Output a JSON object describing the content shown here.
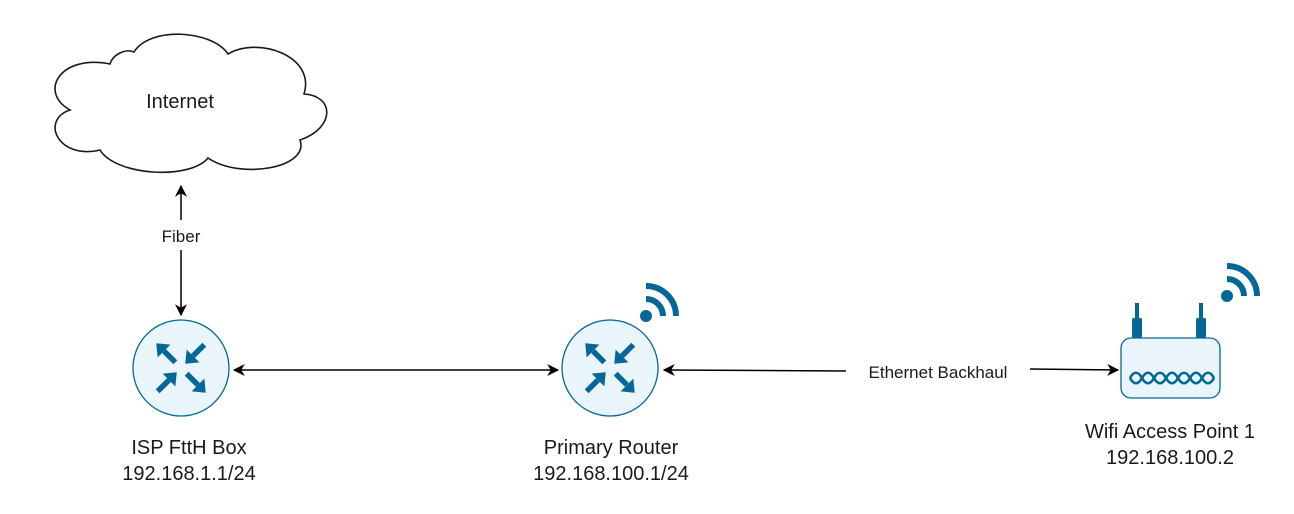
{
  "nodes": {
    "internet": {
      "label": "Internet"
    },
    "isp_box": {
      "name": "ISP FttH Box",
      "ip": "192.168.1.1/24"
    },
    "primary_router": {
      "name": "Primary Router",
      "ip": "192.168.100.1/24"
    },
    "access_point": {
      "name": "Wifi Access Point 1",
      "ip": "192.168.100.2"
    }
  },
  "links": {
    "internet_isp": {
      "label": "Fiber"
    },
    "isp_router": {
      "label": ""
    },
    "router_ap": {
      "label": "Ethernet Backhaul"
    }
  },
  "icons": {
    "isp_box": "router-icon",
    "primary_router": "router-icon",
    "primary_router_wifi": "wifi-icon",
    "access_point": "access-point-icon",
    "access_point_wifi": "wifi-icon",
    "internet": "cloud-icon"
  },
  "colors": {
    "device": "#036897",
    "device_fill": "#eaf4fb",
    "line": "#000000"
  }
}
